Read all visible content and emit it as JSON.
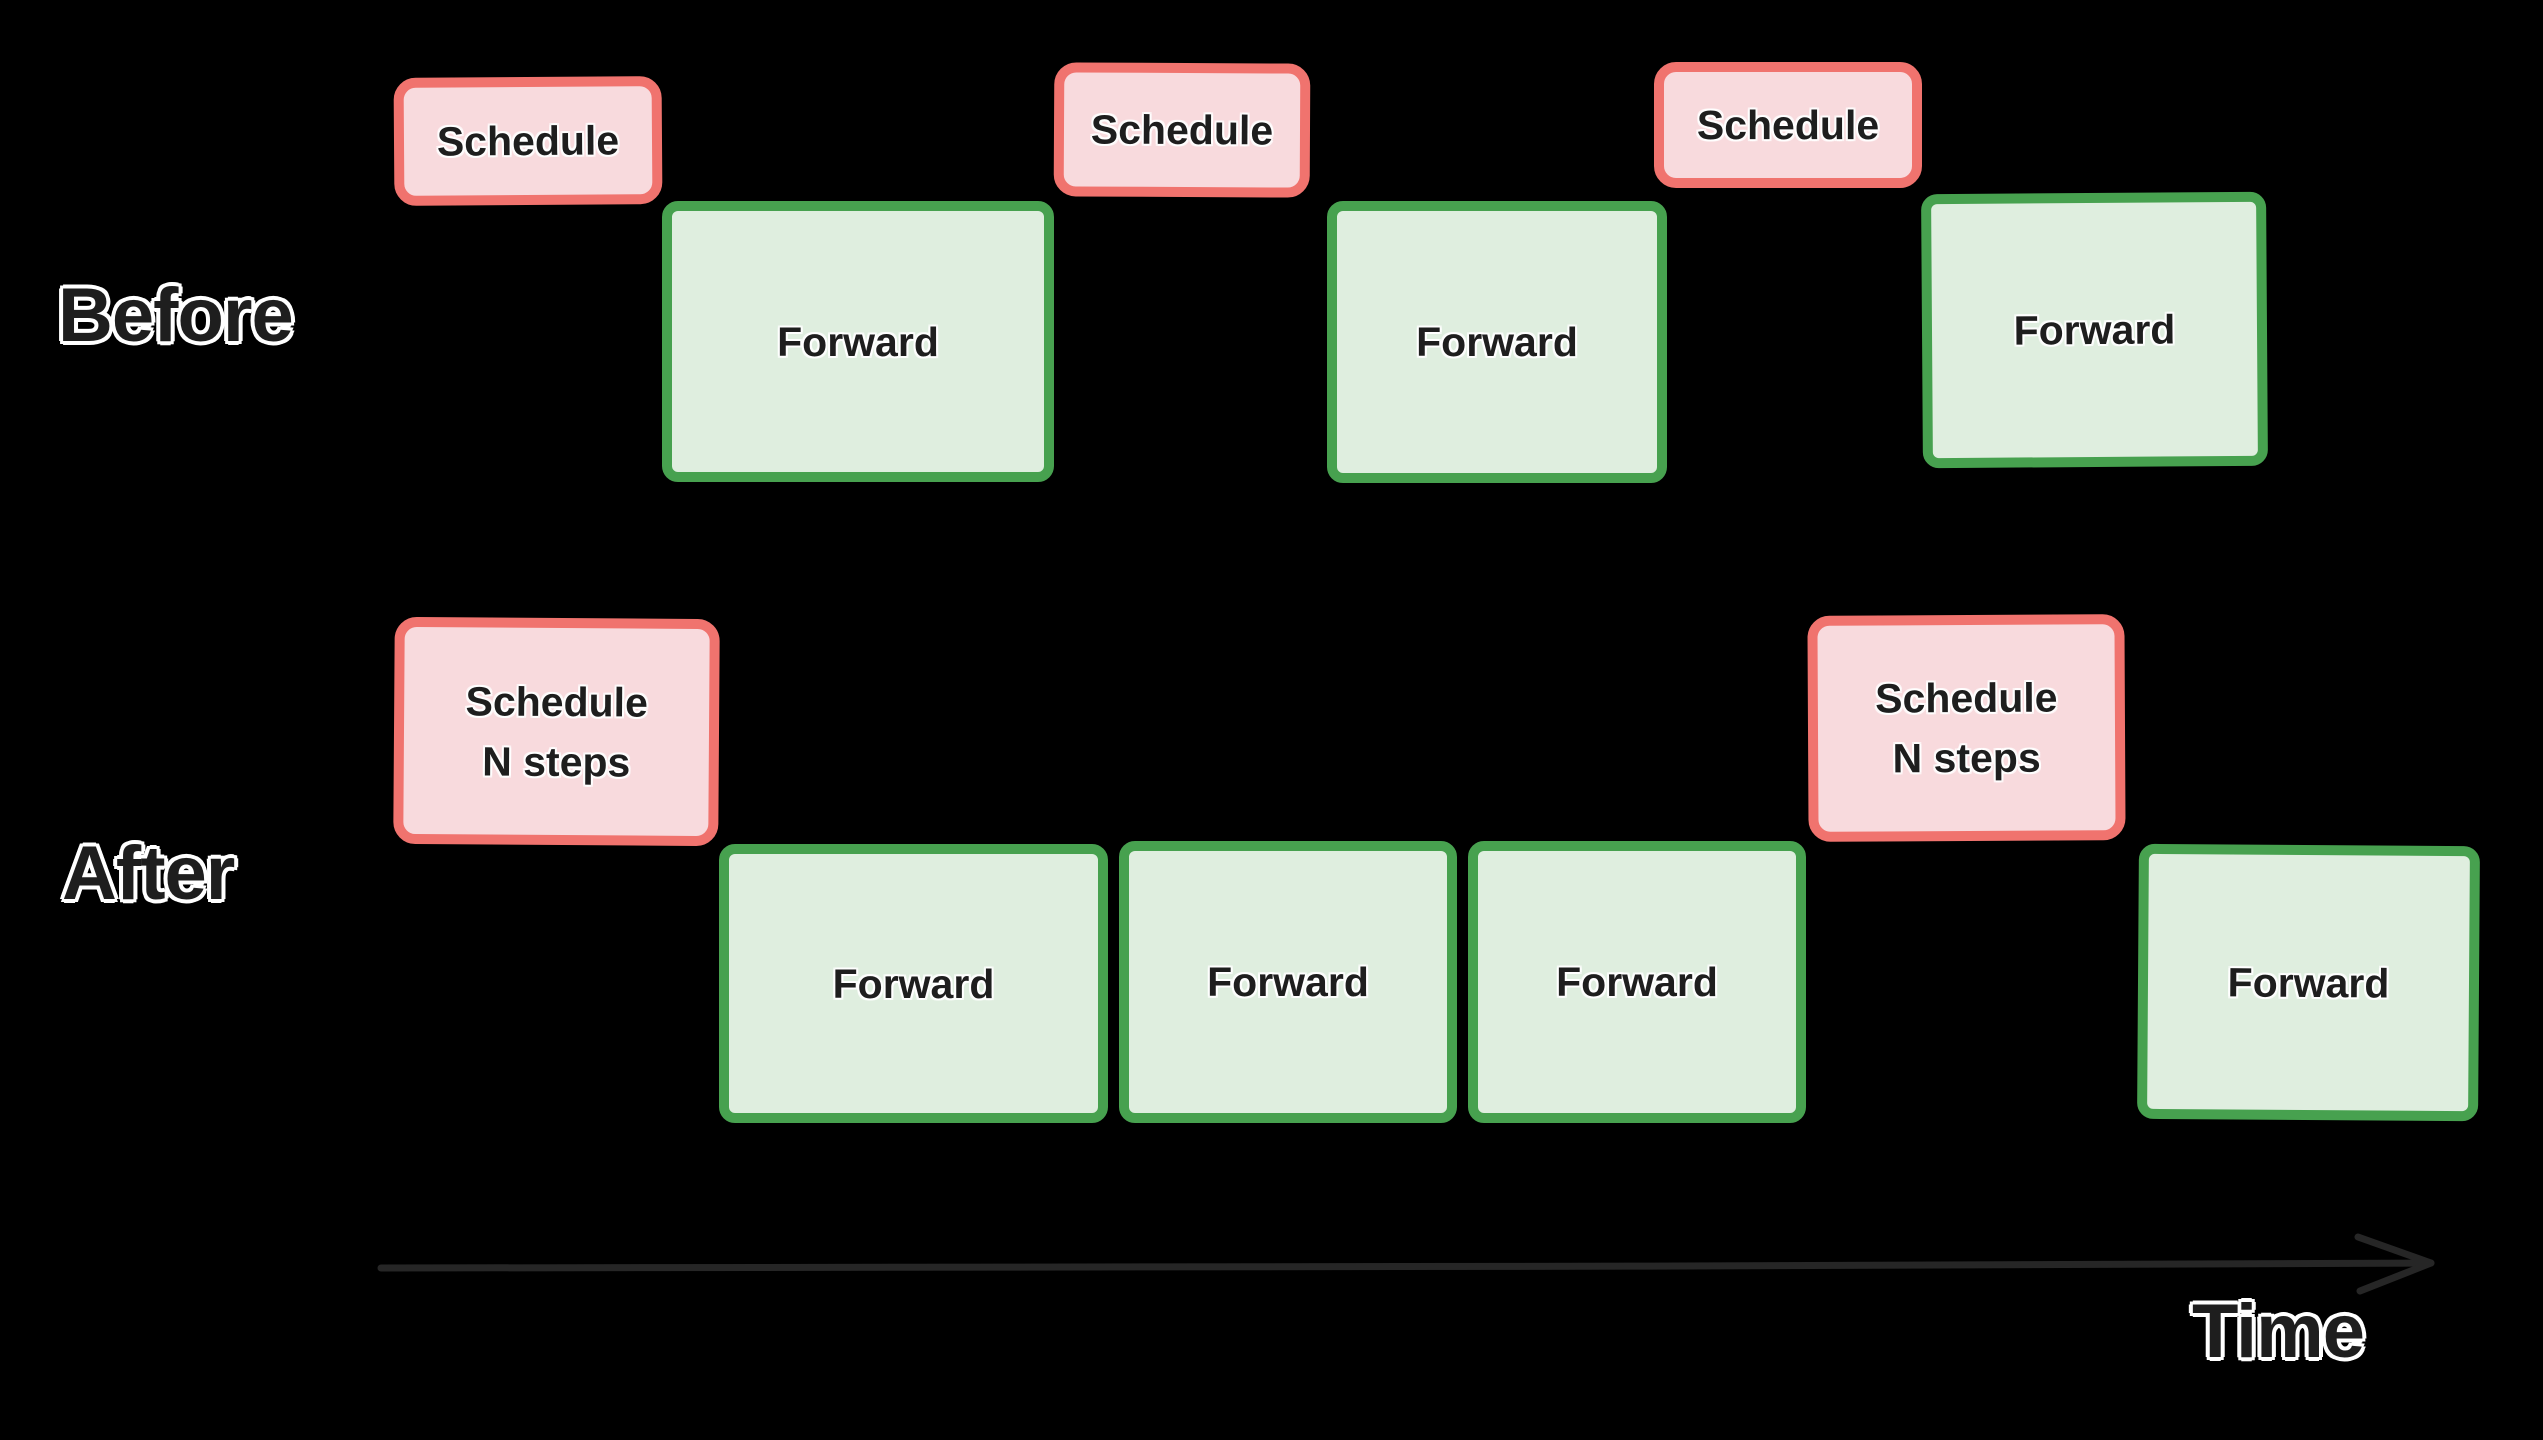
{
  "diagram": {
    "rows": [
      {
        "id": "before",
        "label": "Before",
        "sequence": [
          {
            "type": "schedule",
            "lines": [
              "Schedule"
            ]
          },
          {
            "type": "forward",
            "lines": [
              "Forward"
            ]
          },
          {
            "type": "schedule",
            "lines": [
              "Schedule"
            ]
          },
          {
            "type": "forward",
            "lines": [
              "Forward"
            ]
          },
          {
            "type": "schedule",
            "lines": [
              "Schedule"
            ]
          },
          {
            "type": "forward",
            "lines": [
              "Forward"
            ]
          }
        ]
      },
      {
        "id": "after",
        "label": "After",
        "sequence": [
          {
            "type": "schedule",
            "lines": [
              "Schedule",
              "N steps"
            ]
          },
          {
            "type": "forward",
            "lines": [
              "Forward"
            ]
          },
          {
            "type": "forward",
            "lines": [
              "Forward"
            ]
          },
          {
            "type": "forward",
            "lines": [
              "Forward"
            ]
          },
          {
            "type": "schedule",
            "lines": [
              "Schedule",
              "N steps"
            ]
          },
          {
            "type": "forward",
            "lines": [
              "Forward"
            ]
          }
        ]
      }
    ],
    "axis": {
      "label": "Time"
    }
  },
  "theme": {
    "css_vars": {
      "--bg": "#000000",
      "--ink": "#1E1E1E",
      "--schedule-border": "#F0736E",
      "--schedule-fill": "#F8DADD",
      "--forward-border": "#47A14F",
      "--forward-fill": "#DFEEDF",
      "--arrow": "#262626"
    }
  }
}
